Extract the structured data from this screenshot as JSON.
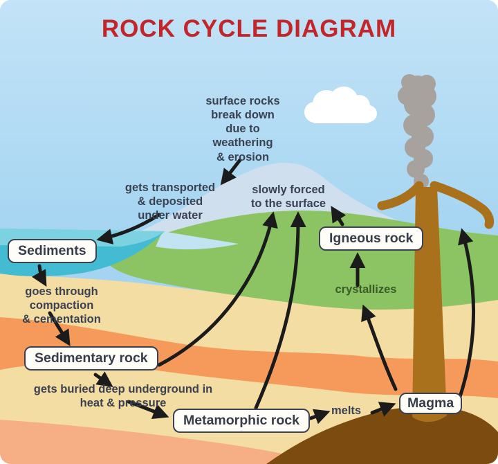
{
  "title": "ROCK CYCLE DIAGRAM",
  "nodes": {
    "sediments": "Sediments",
    "sedimentary": "Sedimentary rock",
    "metamorphic": "Metamorphic rock",
    "igneous": "Igneous rock",
    "magma": "Magma"
  },
  "annotations": {
    "weathering": "surface rocks\nbreak down\ndue to\nweathering\n& erosion",
    "transported": "gets transported\n& deposited\nunder water",
    "forced": "slowly forced\nto the surface",
    "compaction": "goes through\ncompaction\n& cementation",
    "buried": "gets buried deep underground in\nheat & pressure",
    "melts": "melts",
    "crystallizes": "crystallizes"
  },
  "colors": {
    "title": "#c2262b",
    "text": "#3a4150",
    "crystallizes_text": "#3a5a26",
    "sky": "#a9d6f2",
    "water": "#43bcd3",
    "grass": "#8cc464",
    "sand": "#f3dda3",
    "orange_layer": "#f69a5c",
    "salmon_layer": "#f6ae85",
    "mountain": "#cfdfee",
    "volcano": "#a9711b",
    "magma_chamber": "#7b4b10",
    "smoke": "#a7a29d",
    "cloud": "#ffffff",
    "arrow": "#1b1b1b",
    "box_background": "#fffdf7",
    "box_border": "#3a4150"
  }
}
